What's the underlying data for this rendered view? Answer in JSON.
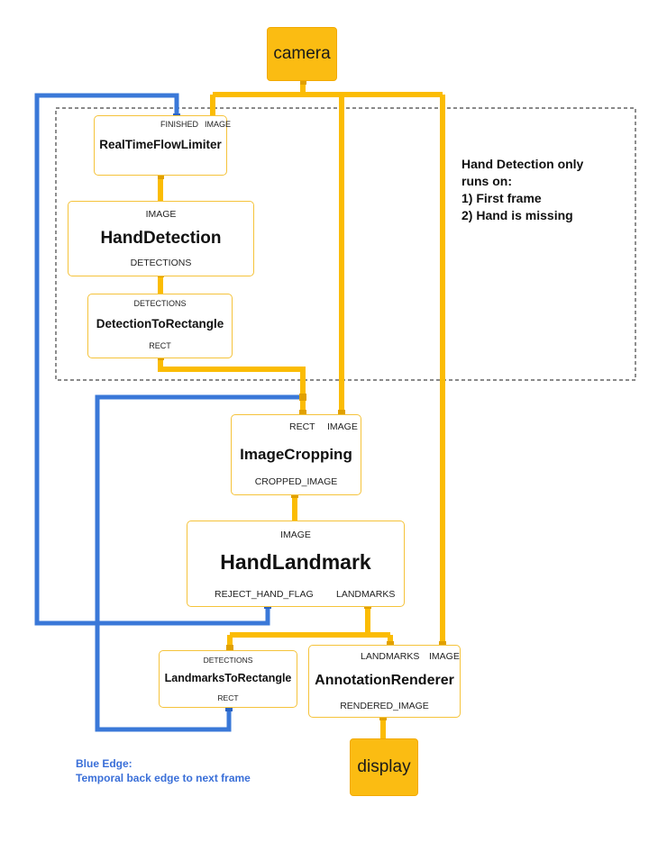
{
  "io_nodes": {
    "camera": "camera",
    "display": "display"
  },
  "nodes": {
    "rtfl": {
      "title": "RealTimeFlowLimiter",
      "in_ports": [
        "FINISHED",
        "IMAGE"
      ],
      "out_ports": []
    },
    "hd": {
      "title": "HandDetection",
      "in_ports": [
        "IMAGE"
      ],
      "out_ports": [
        "DETECTIONS"
      ]
    },
    "dtr": {
      "title": "DetectionToRectangle",
      "in_ports": [
        "DETECTIONS"
      ],
      "out_ports": [
        "RECT"
      ]
    },
    "ic": {
      "title": "ImageCropping",
      "in_ports": [
        "RECT",
        "IMAGE"
      ],
      "out_ports": [
        "CROPPED_IMAGE"
      ]
    },
    "hl": {
      "title": "HandLandmark",
      "in_ports": [
        "IMAGE"
      ],
      "out_ports": [
        "REJECT_HAND_FLAG",
        "LANDMARKS"
      ]
    },
    "ltr": {
      "title": "LandmarksToRectangle",
      "in_ports": [
        "DETECTIONS"
      ],
      "out_ports": [
        "RECT"
      ]
    },
    "ar": {
      "title": "AnnotationRenderer",
      "in_ports": [
        "LANDMARKS",
        "IMAGE"
      ],
      "out_ports": [
        "RENDERED_IMAGE"
      ]
    }
  },
  "notes": {
    "hand_detection": {
      "line1": "Hand Detection only",
      "line2": "runs on:",
      "line3": "1) First frame",
      "line4": "2) Hand is missing"
    },
    "blue_edge": {
      "line1": "Blue Edge:",
      "line2": "Temporal back edge to next frame"
    }
  },
  "colors": {
    "data_edge": "#fbbc04",
    "back_edge": "#3a78d8",
    "node_border": "#f5c33b",
    "io_fill": "#fbbc12",
    "note_blue": "#3a6fd8"
  }
}
